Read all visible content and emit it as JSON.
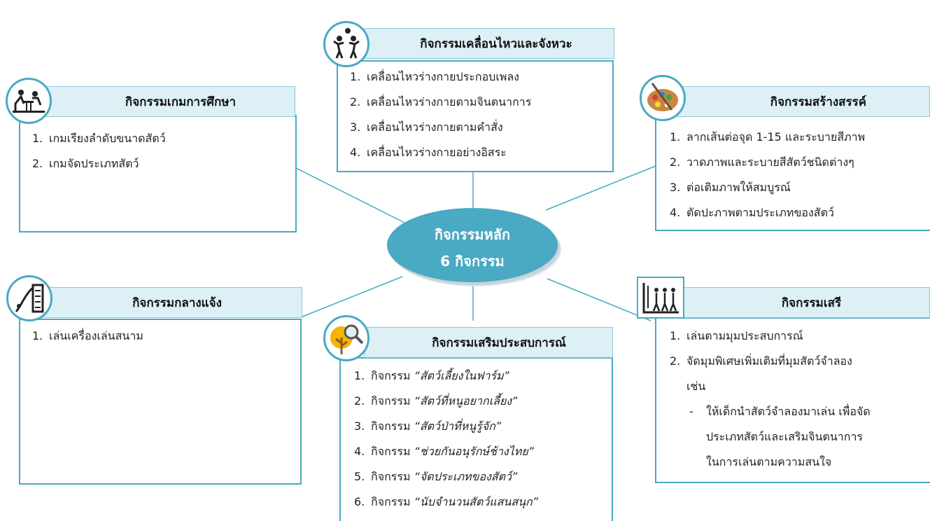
{
  "center": {
    "line1": "กิจกรรมหลัก",
    "line2": "6 กิจกรรม"
  },
  "movement": {
    "title": "กิจกรรมเคลื่อนไหวและจังหวะ",
    "icon": "dancing-children-icon",
    "items": [
      {
        "num": "1.",
        "text": "เคลื่อนไหวร่างกายประกอบเพลง"
      },
      {
        "num": "2.",
        "text": "เคลื่อนไหวร่างกายตามจินตนาการ"
      },
      {
        "num": "3.",
        "text": "เคลื่อนไหวร่างกายตามคำสั่ง"
      },
      {
        "num": "4.",
        "text": "เคลื่อนไหวร่างกายอย่างอิสระ"
      }
    ]
  },
  "educational_games": {
    "title": "กิจกรรมเกมการศึกษา",
    "icon": "children-at-table-icon",
    "items": [
      {
        "num": "1.",
        "text": "เกมเรียงลำดับขนาดสัตว์"
      },
      {
        "num": "2.",
        "text": "เกมจัดประเภทสัตว์"
      }
    ]
  },
  "creative": {
    "title": "กิจกรรมสร้างสรรค์",
    "icon": "paint-palette-icon",
    "items": [
      {
        "num": "1.",
        "text": "ลากเส้นต่อจุด 1-15 และระบายสีภาพ"
      },
      {
        "num": "2.",
        "text": "วาดภาพและระบายสีสัตว์ชนิดต่างๆ"
      },
      {
        "num": "3.",
        "text": "ต่อเติมภาพให้สมบูรณ์"
      },
      {
        "num": "4.",
        "text": "ตัดปะภาพตามประเภทของสัตว์"
      }
    ]
  },
  "outdoor": {
    "title": "กิจกรรมกลางแจ้ง",
    "icon": "playground-slide-icon",
    "items": [
      {
        "num": "1.",
        "text": "เล่นเครื่องเล่นสนาม"
      }
    ]
  },
  "experience": {
    "title": "กิจกรรมเสริมประสบการณ์",
    "icon": "magnifier-tree-icon",
    "prefix": "กิจกรรม",
    "items": [
      {
        "num": "1.",
        "quote": "“สัตว์เลี้ยงในฟาร์ม”"
      },
      {
        "num": "2.",
        "quote": "“สัตว์ที่หนูอยากเลี้ยง”"
      },
      {
        "num": "3.",
        "quote": "“สัตว์ป่าที่หนูรู้จัก”"
      },
      {
        "num": "4.",
        "quote": "“ช่วยกันอนุรักษ์ช้างไทย”"
      },
      {
        "num": "5.",
        "quote": "“จัดประเภทของสัตว์”"
      },
      {
        "num": "6.",
        "quote": "“นับจำนวนสัตว์แสนสนุก”"
      }
    ]
  },
  "free_play": {
    "title": "กิจกรรมเสรี",
    "icon": "people-standing-icon",
    "item1": {
      "num": "1.",
      "text": "เล่นตามมุมประสบการณ์"
    },
    "item2": {
      "num": "2.",
      "text": "จัดมุมพิเศษเพิ่มเติมที่มุมสัตว์จำลอง"
    },
    "item2_cont": "เช่น",
    "sub_dash": "-",
    "sub_lines": [
      "ให้เด็กนำสัตว์จำลองมาเล่น เพื่อจัด",
      "ประเภทสัตว์และเสริมจินตนาการ",
      "ในการเล่นตามความสนใจ"
    ]
  },
  "colors": {
    "accent": "#4aa9c3",
    "header_fill": "#dcf0f6",
    "center_fill": "#4aa9c3"
  }
}
